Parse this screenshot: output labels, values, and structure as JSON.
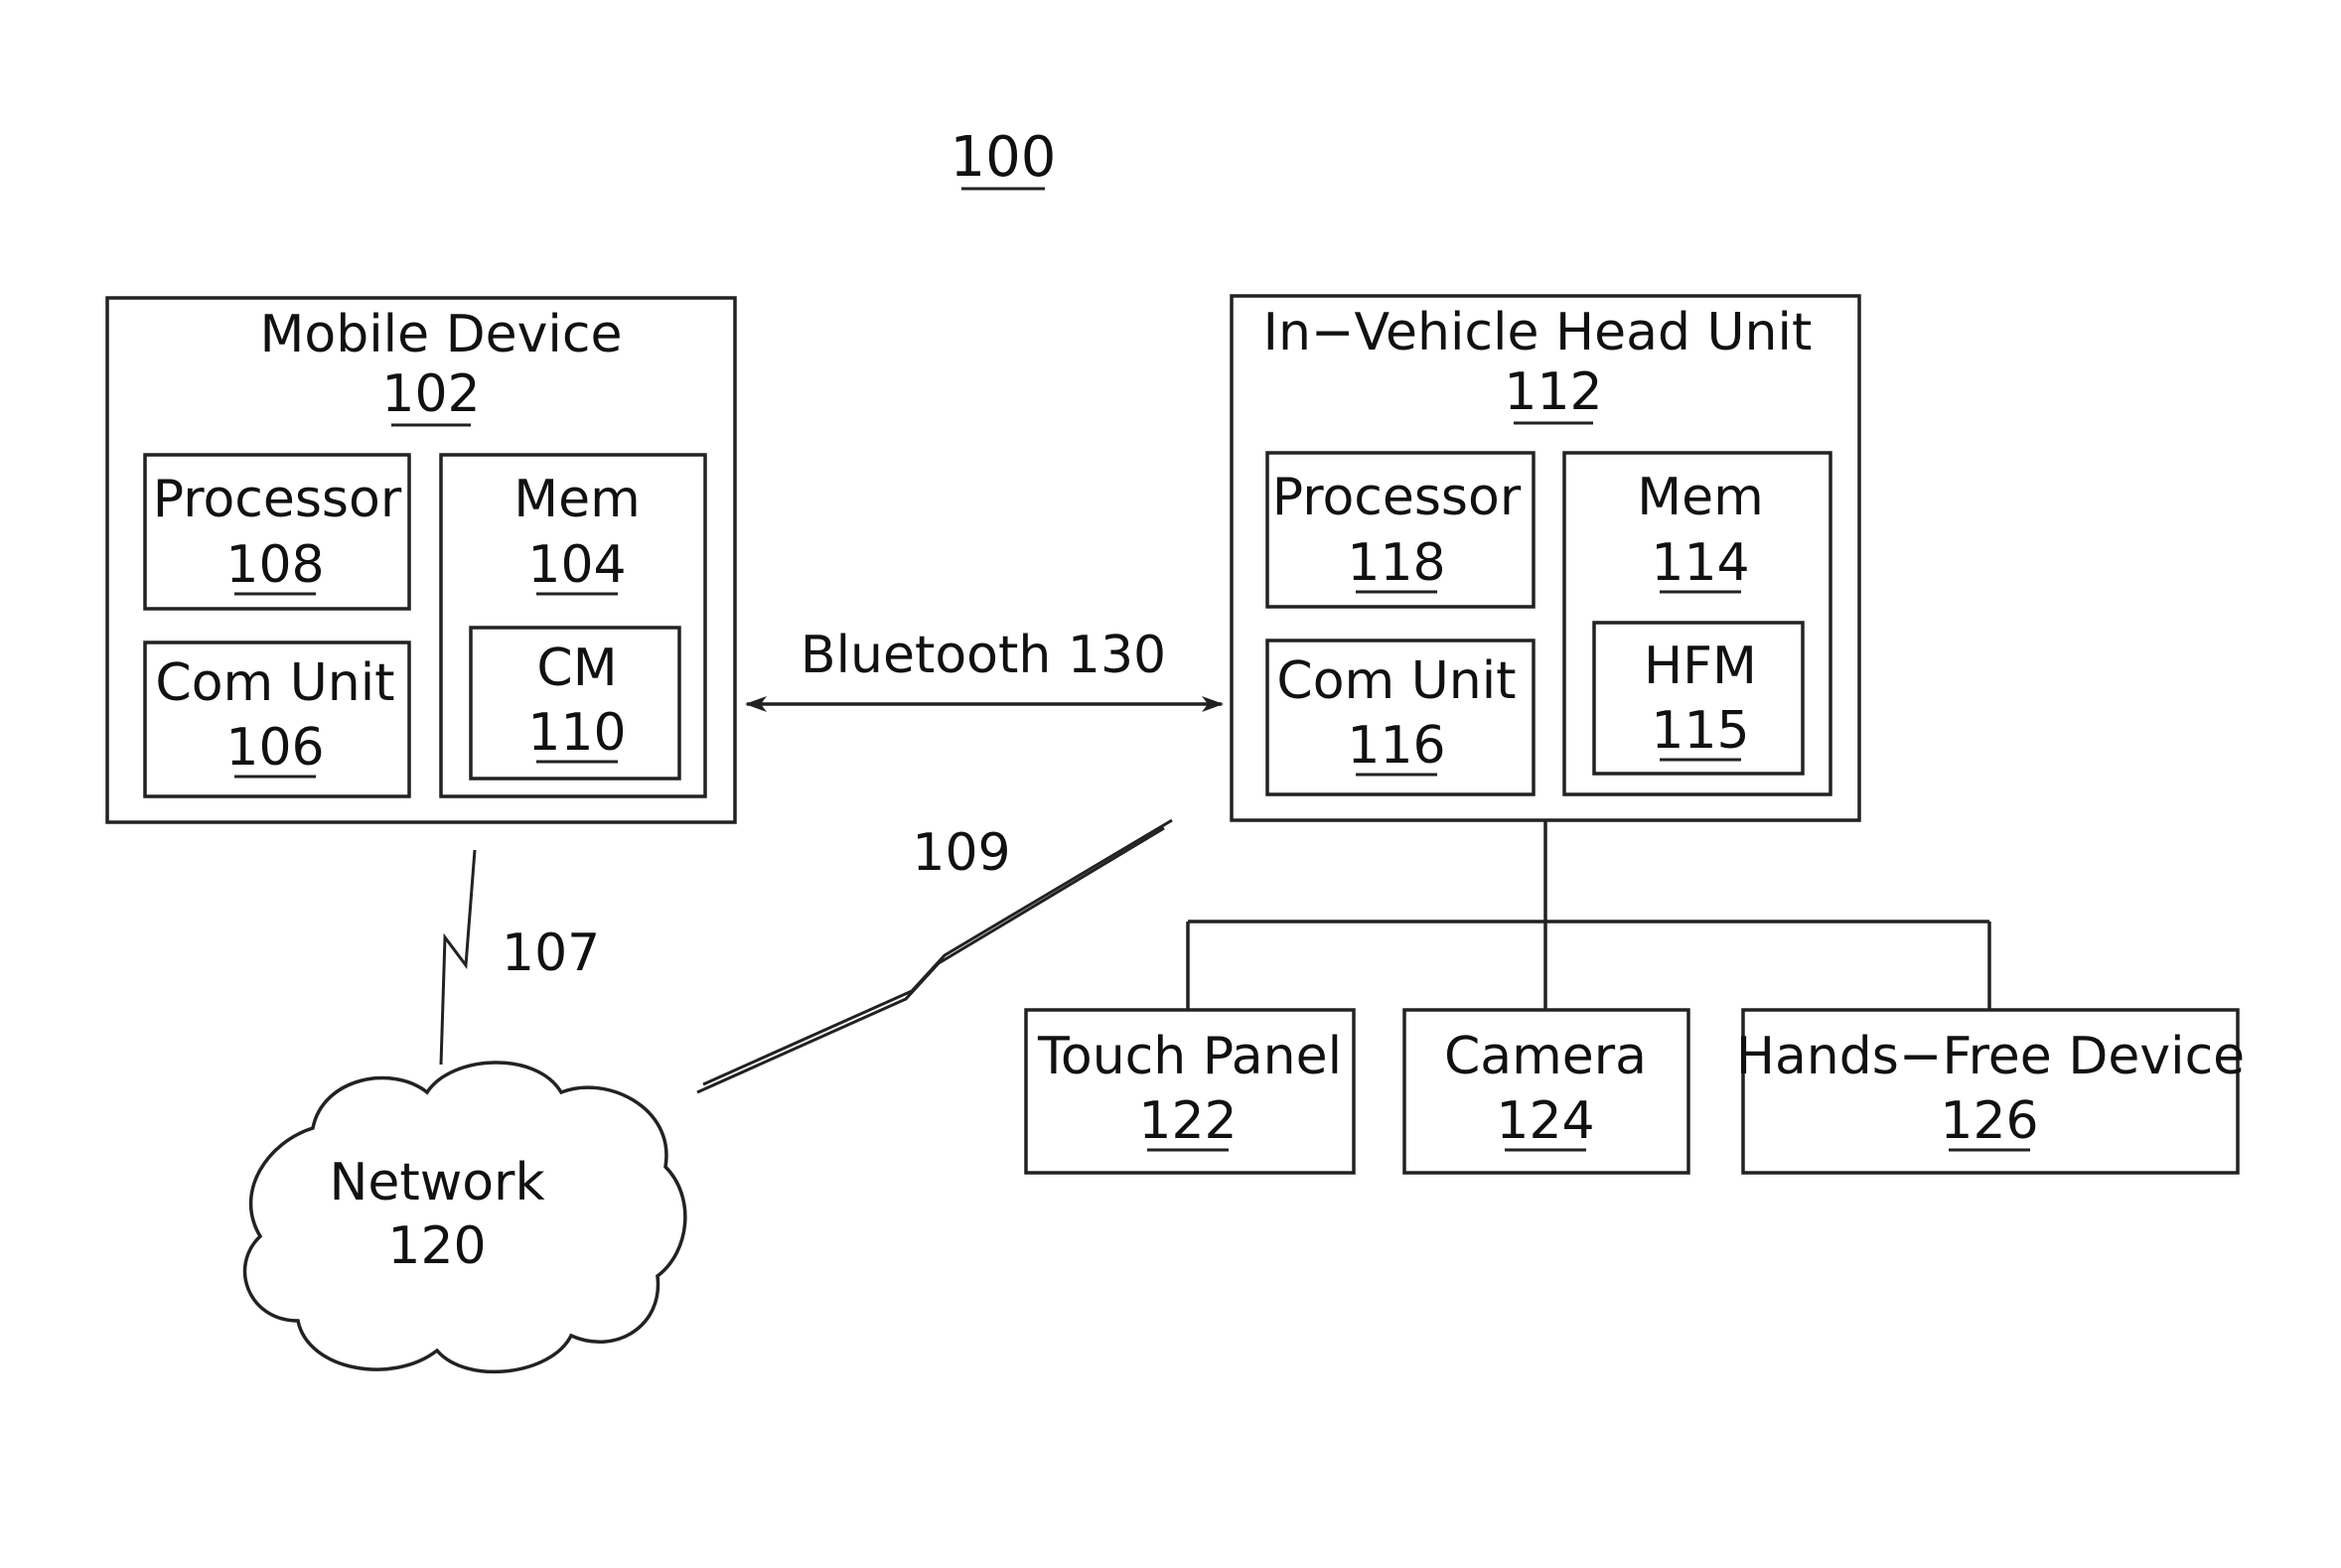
{
  "figure": {
    "number": "100"
  },
  "mobile_device": {
    "title": "Mobile Device",
    "number": "102",
    "processor": {
      "label": "Processor",
      "number": "108"
    },
    "memory": {
      "label": "Mem",
      "number": "104"
    },
    "com_unit": {
      "label": "Com Unit",
      "number": "106"
    },
    "cm": {
      "label": "CM",
      "number": "110"
    }
  },
  "head_unit": {
    "title": "In−Vehicle Head Unit",
    "number": "112",
    "processor": {
      "label": "Processor",
      "number": "118"
    },
    "memory": {
      "label": "Mem",
      "number": "114"
    },
    "com_unit": {
      "label": "Com Unit",
      "number": "116"
    },
    "hfm": {
      "label": "HFM",
      "number": "115"
    }
  },
  "bluetooth": {
    "label": "Bluetooth 130"
  },
  "links": {
    "mobile_network": "107",
    "head_unit_network": "109"
  },
  "network": {
    "label": "Network",
    "number": "120"
  },
  "peripherals": {
    "touch_panel": {
      "label": "Touch Panel",
      "number": "122"
    },
    "camera": {
      "label": "Camera",
      "number": "124"
    },
    "hands_free": {
      "label": "Hands−Free Device",
      "number": "126"
    }
  }
}
